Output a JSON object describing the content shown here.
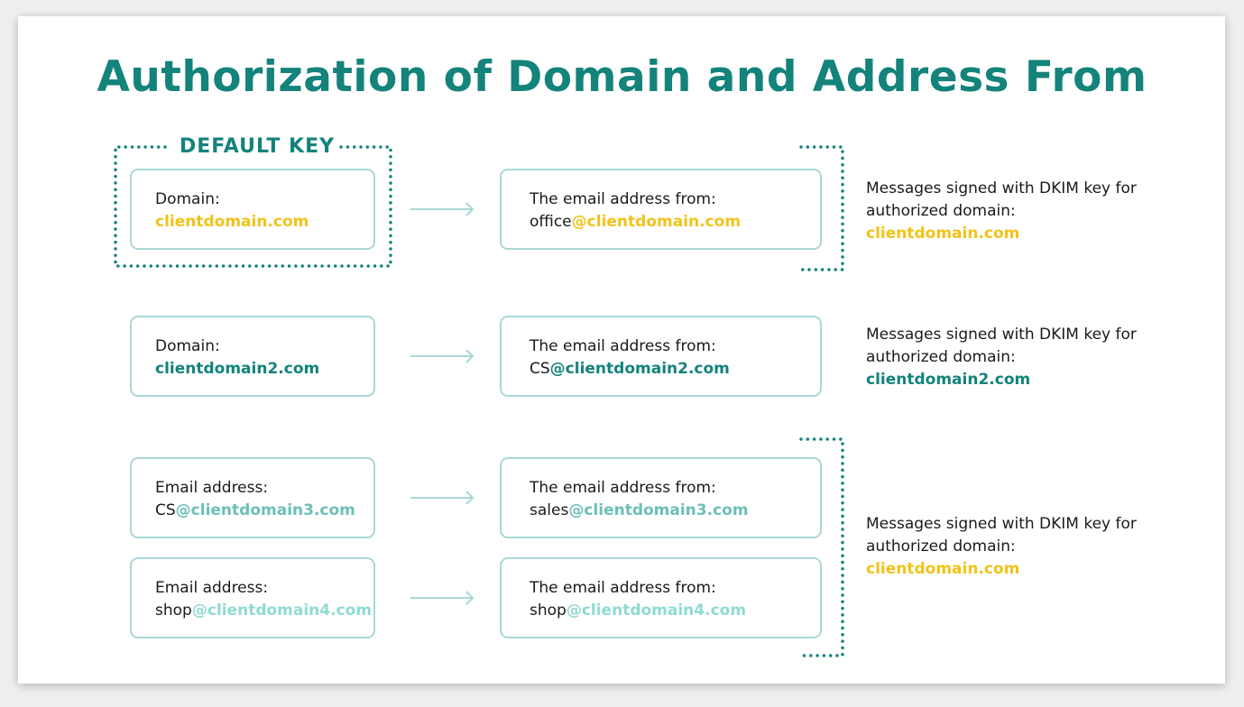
{
  "title": "Authorization of Domain and Address From",
  "default_key_label": "DEFAULT KEY",
  "rows": [
    {
      "left_label": "Domain:",
      "left_prefix": "",
      "left_value": "clientdomain.com",
      "right_label": "The email address from:",
      "right_prefix": "office",
      "right_value": "@clientdomain.com",
      "color": "#f2c318"
    },
    {
      "left_label": "Domain:",
      "left_prefix": "",
      "left_value": "clientdomain2.com",
      "right_label": "The email address from:",
      "right_prefix": "CS",
      "right_value": "@clientdomain2.com",
      "color": "#13837b"
    },
    {
      "left_label": "Email address:",
      "left_prefix": "CS",
      "left_value": "@clientdomain3.com",
      "right_label": "The email address from:",
      "right_prefix": "sales",
      "right_value": "@clientdomain3.com",
      "color": "#6cc0b6"
    },
    {
      "left_label": "Email address:",
      "left_prefix": "shop",
      "left_value": "@clientdomain4.com",
      "right_label": "The email address from:",
      "right_prefix": "shop",
      "right_value": "@clientdomain4.com",
      "color": "#8fdbd3"
    }
  ],
  "notes": [
    {
      "line1": "Messages signed with DKIM key for",
      "line2": "authorized domain:",
      "domain": "clientdomain.com",
      "color": "#f2c318"
    },
    {
      "line1": "Messages signed with DKIM key for",
      "line2": "authorized domain:",
      "domain": "clientdomain2.com",
      "color": "#13837b"
    },
    {
      "line1": "Messages signed with DKIM key for",
      "line2": "authorized domain:",
      "domain": "clientdomain.com",
      "color": "#f2c318"
    }
  ]
}
